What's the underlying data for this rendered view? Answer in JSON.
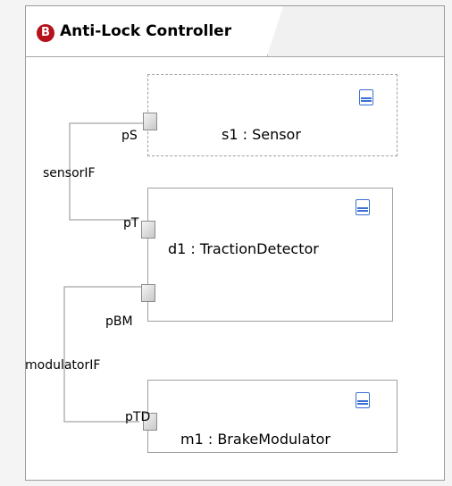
{
  "tab": {
    "badge": "B",
    "title": "Anti-Lock Controller"
  },
  "parts": {
    "sensor": {
      "label": "s1 : Sensor"
    },
    "traction": {
      "label": "d1 : TractionDetector"
    },
    "brake": {
      "label": "m1 : BrakeModulator"
    }
  },
  "ports": {
    "pS": "pS",
    "pT": "pT",
    "pBM": "pBM",
    "pTD": "pTD"
  },
  "connectors": {
    "sensorIF": "sensorIF",
    "modulatorIF": "modulatorIF"
  },
  "colors": {
    "badge": "#b5121b",
    "part_icon": "#3b6fd4",
    "connector": "#b4b4b4"
  }
}
